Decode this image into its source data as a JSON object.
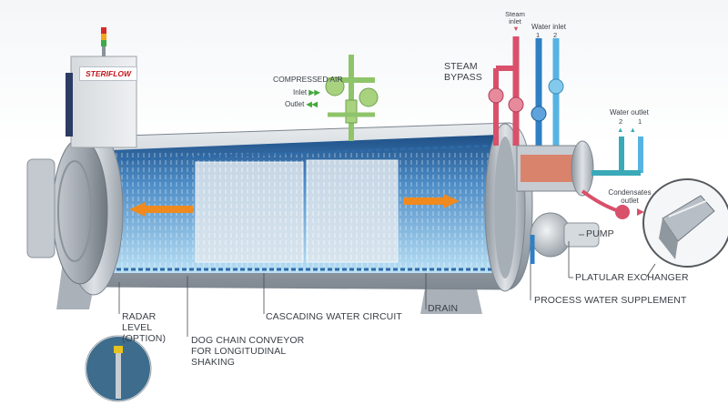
{
  "brand": "STERIFLOW",
  "labels": {
    "compressed_air": "COMPRESSED AIR",
    "inlet": "Inlet",
    "outlet": "Outlet",
    "steam_inlet": "Steam inlet",
    "water_inlet": "Water inlet",
    "water_inlet_1": "1",
    "water_inlet_2": "2",
    "steam_bypass": "STEAM BYPASS",
    "water_outlet": "Water outlet",
    "water_outlet_2": "2",
    "water_outlet_1": "1",
    "condensates_outlet": "Condensates outlet",
    "pump": "PUMP",
    "platular_exchanger": "PLATULAR EXCHANGER",
    "process_water_supplement": "PROCESS WATER SUPPLEMENT",
    "drain": "DRAIN",
    "cascading_water_circuit": "CASCADING WATER CIRCUIT",
    "dog_chain_conveyor": "DOG CHAIN CONVEYOR FOR LONGITUDINAL SHAKING",
    "radar_level": "RADAR LEVEL (OPTION)"
  },
  "colors": {
    "steam": "#d9506b",
    "water_inlet": "#2e7fc4",
    "water_outlet": "#3aa9b8",
    "compressed_air": "#8fc46a",
    "vessel_steel": "#b9c0c7",
    "water": "#9fd3ee",
    "direction_arrow": "#f08a1e"
  },
  "icons": [
    "steam-inlet-arrow-icon",
    "water-inlet-arrow-icon",
    "water-outlet-arrow-icon",
    "air-inlet-arrow-icon",
    "air-outlet-arrow-icon",
    "signal-tower-icon"
  ]
}
